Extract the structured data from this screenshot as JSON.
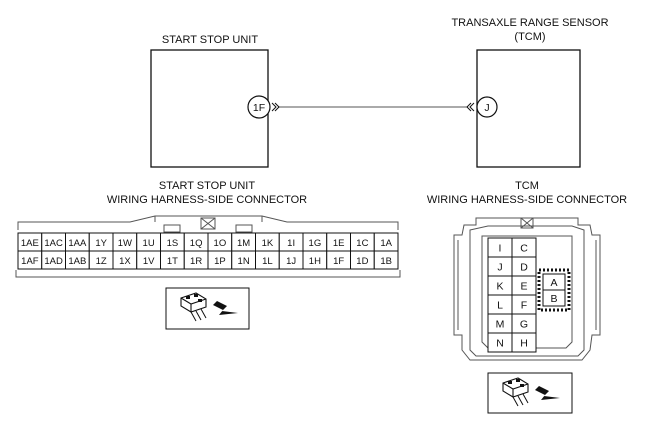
{
  "units": {
    "start_stop_unit": {
      "title": "START STOP UNIT",
      "terminal": "1F"
    },
    "tcm": {
      "title_line1": "TRANSAXLE RANGE SENSOR",
      "title_line2": "(TCM)",
      "terminal": "J"
    }
  },
  "ssu_connector": {
    "title_line1": "START STOP UNIT",
    "title_line2": "WIRING HARNESS-SIDE CONNECTOR",
    "row1": [
      "1AE",
      "1AC",
      "1AA",
      "1Y",
      "1W",
      "1U",
      "1S",
      "1Q",
      "1O",
      "1M",
      "1K",
      "1I",
      "1G",
      "1E",
      "1C",
      "1A"
    ],
    "row2": [
      "1AF",
      "1AD",
      "1AB",
      "1Z",
      "1X",
      "1V",
      "1T",
      "1R",
      "1P",
      "1N",
      "1L",
      "1J",
      "1H",
      "1F",
      "1D",
      "1B"
    ]
  },
  "tcm_connector": {
    "title_line1": "TCM",
    "title_line2": "WIRING HARNESS-SIDE CONNECTOR",
    "left_col": [
      "I",
      "K",
      "L",
      "M",
      "N"
    ],
    "mid_col": [
      "C",
      "D",
      "E",
      "F",
      "G",
      "H"
    ],
    "left_col_full": [
      "I",
      "J",
      "K",
      "L",
      "M",
      "N"
    ],
    "side_pins": [
      "A",
      "B"
    ]
  },
  "icons": {
    "connector_view": "connector-insertion-icon"
  }
}
